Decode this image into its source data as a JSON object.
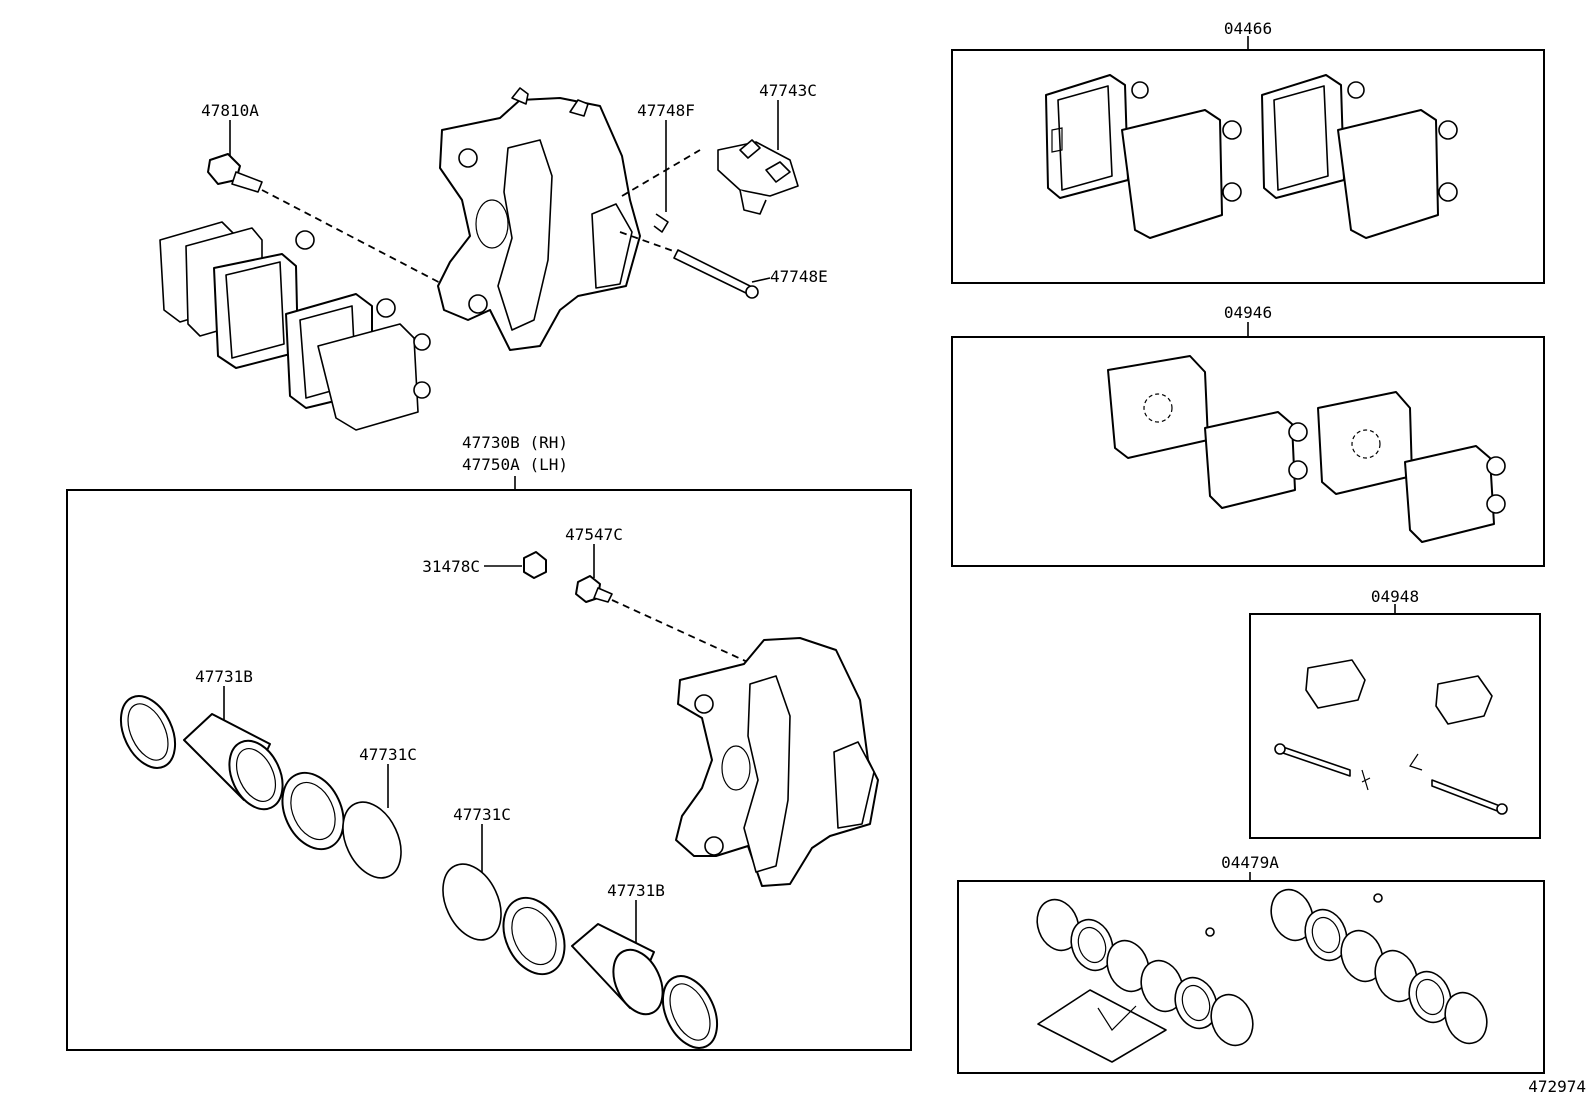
{
  "labels": {
    "kit_04466": "04466",
    "kit_04946": "04946",
    "kit_04948": "04948",
    "kit_04479A": "04479A",
    "bolt_47810A": "47810A",
    "pin_47748F": "47748F",
    "clip_47743C": "47743C",
    "pin_47748E": "47748E",
    "caliper_rh": "47730B (RH)",
    "caliper_lh": "47750A (LH)",
    "cap_31478C": "31478C",
    "bleeder_47547C": "47547C",
    "piston_47731B_a": "47731B",
    "ring_47731C_a": "47731C",
    "ring_47731C_b": "47731C",
    "piston_47731B_b": "47731B",
    "figure_number": "472974"
  }
}
